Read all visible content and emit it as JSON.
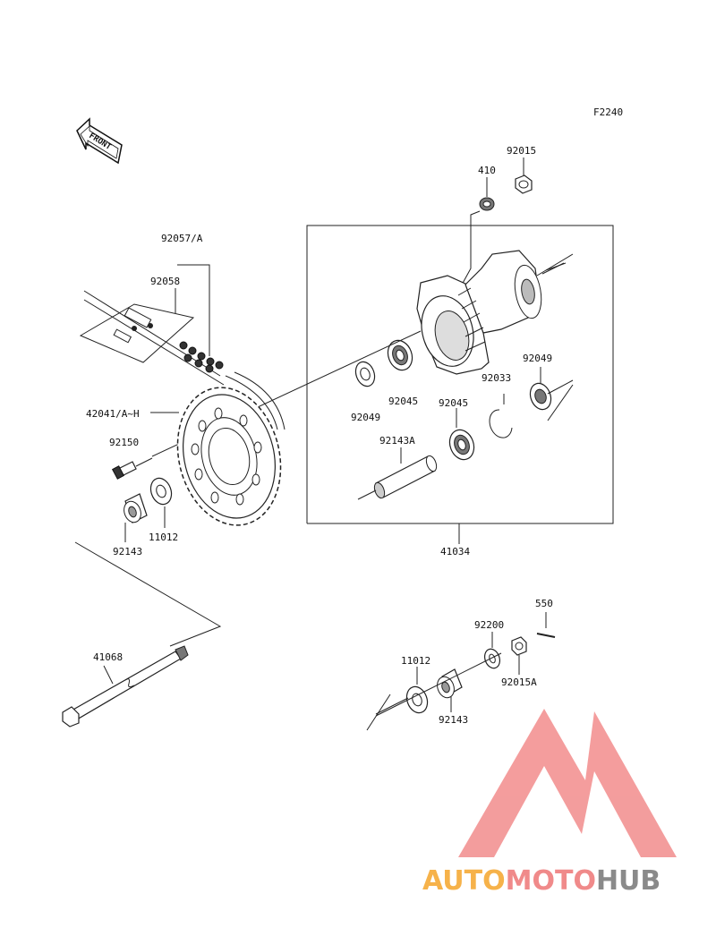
{
  "figure_code": "F2240",
  "front_label": "FRONT",
  "parts": {
    "p92015": "92015",
    "p410": "410",
    "p92057A": "92057/A",
    "p92058": "92058",
    "p42041": "42041/A~H",
    "p92150": "92150",
    "p92049a": "92049",
    "p92045a": "92045",
    "p92033": "92033",
    "p92049b": "92049",
    "p92045b": "92045",
    "p92143A": "92143A",
    "p92143a": "92143",
    "p11012a": "11012",
    "p41034": "41034",
    "p550": "550",
    "p92200": "92200",
    "p11012b": "11012",
    "p92015A": "92015A",
    "p92143b": "92143",
    "p41068": "41068"
  },
  "watermark": {
    "auto": "AUTO",
    "moto": "MOTO",
    "hub": "HUB",
    "color_auto": "#f6b24a",
    "color_moto": "#f08a8a",
    "color_hub": "#8a8a8a",
    "logo_color": "#f28c8c"
  }
}
